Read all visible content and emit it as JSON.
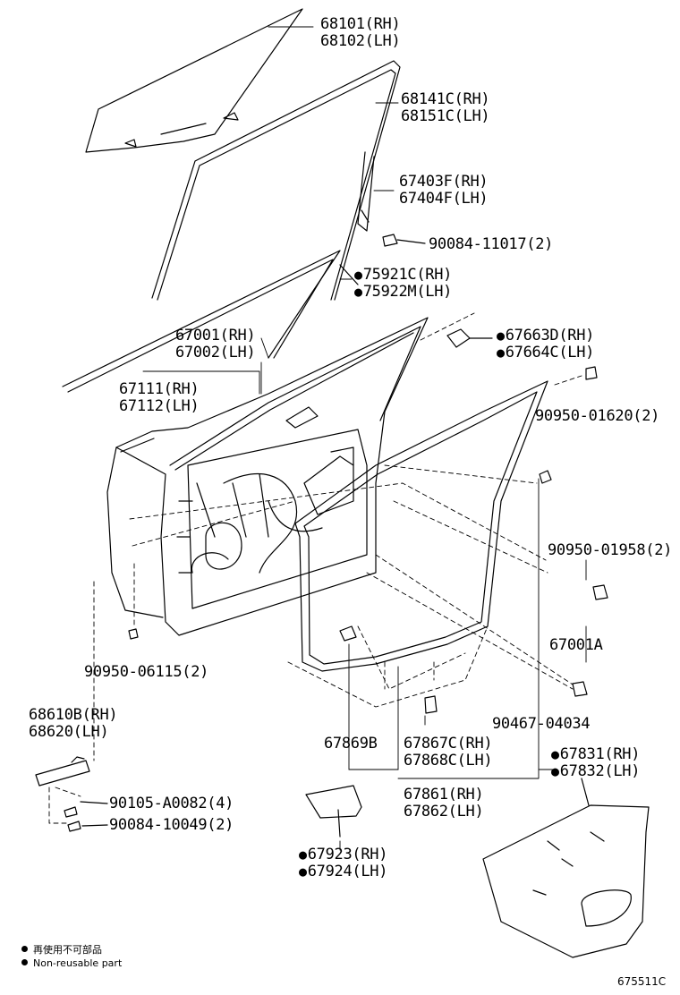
{
  "labels": {
    "window_glass": [
      "68101(RH)",
      "68102(LH)"
    ],
    "glass_run": [
      "68141C(RH)",
      "68151C(LH)"
    ],
    "rear_lower_frame": [
      "67403F(RH)",
      "67404F(LH)"
    ],
    "screw_90084_11017": "90084-11017(2)",
    "outside_weatherstrip": [
      "75921C(RH)",
      "75922M(LH)"
    ],
    "door_panel": [
      "67001(RH)",
      "67002(LH)"
    ],
    "frame_cover": [
      "67663D(RH)",
      "67664C(LH)"
    ],
    "door_frame": [
      "67111(RH)",
      "67112(LH)"
    ],
    "clip_90950_01620": "90950-01620(2)",
    "clip_90950_01958": "90950-01958(2)",
    "hole_plug_90950_06115": "90950-06115(2)",
    "sub_assy": "67001A",
    "check_assy": [
      "68610B(RH)",
      "68620(LH)"
    ],
    "clip_90467_04034": "90467-04034",
    "retainer": "67869B",
    "retainer_pair": [
      "67867C(RH)",
      "67868C(LH)"
    ],
    "weatherstrip_service": [
      "67831(RH)",
      "67832(LH)"
    ],
    "bolt_90105": "90105-A0082(4)",
    "weatherstrip": [
      "67861(RH)",
      "67862(LH)"
    ],
    "screw_90084_10049": "90084-10049(2)",
    "pad": [
      "67923(RH)",
      "67924(LH)"
    ]
  },
  "legend": {
    "japanese": "再使用不可部品",
    "english": "Non-reusable part"
  },
  "figure_ref": "675511C"
}
